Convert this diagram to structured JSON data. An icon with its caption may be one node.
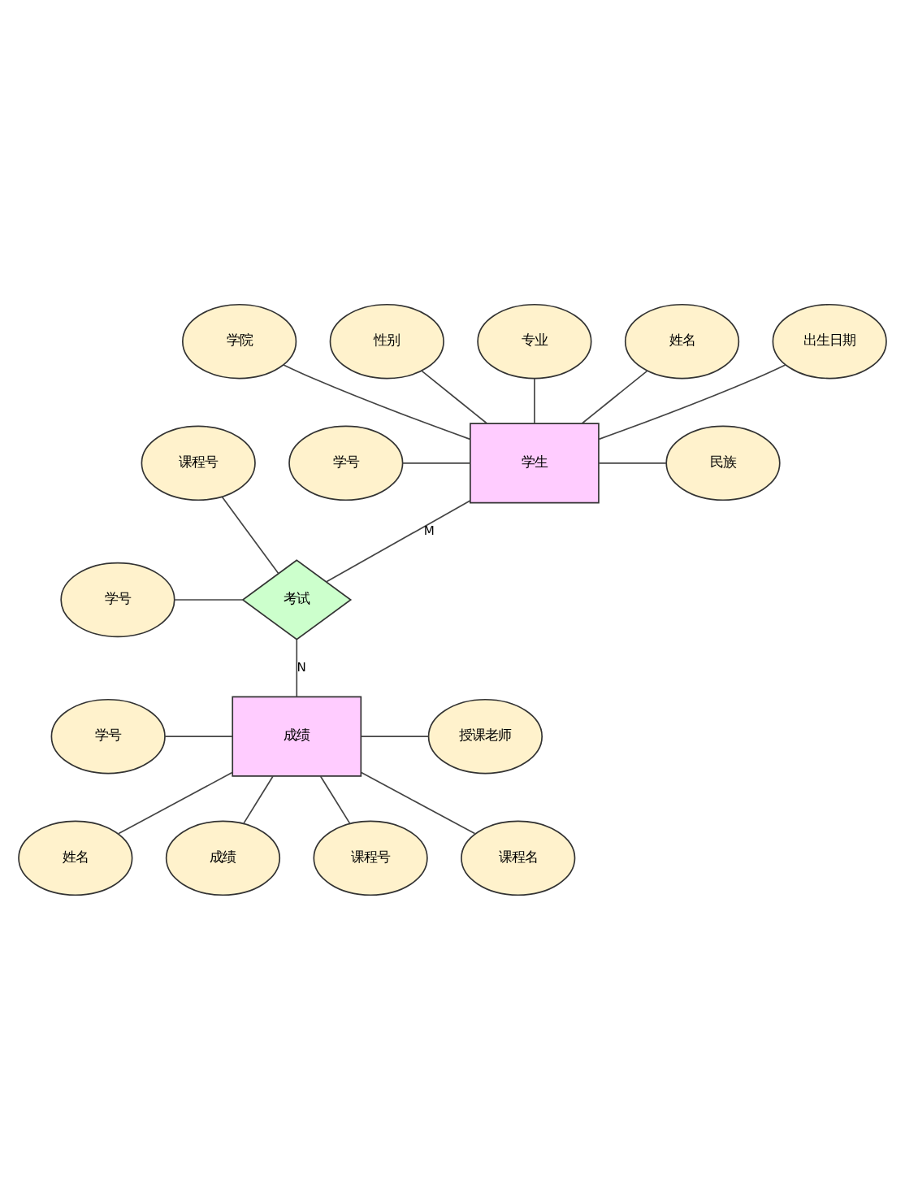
{
  "diagram": {
    "nodes": [
      {
        "text": [
          "学院"
        ]
      },
      {
        "text": [
          "性别"
        ]
      },
      {
        "text": [
          "专业"
        ]
      },
      {
        "text": [
          "姓名"
        ]
      },
      {
        "text": [
          "出生日期"
        ]
      },
      {
        "text": [
          "学生"
        ]
      },
      {
        "text": [
          "学号"
        ]
      },
      {
        "text": [
          "民族"
        ]
      },
      {
        "text": [
          "学号"
        ]
      },
      {
        "text": [
          "考试"
        ]
      },
      {
        "text": [
          "课程号"
        ]
      },
      {
        "text": [
          "学号"
        ]
      },
      {
        "text": [
          "成绩"
        ]
      },
      {
        "text": [
          "授课老师"
        ]
      },
      {
        "text": [
          "姓名"
        ]
      },
      {
        "text": [
          "成绩"
        ]
      },
      {
        "text": [
          "课程号"
        ]
      },
      {
        "text": [
          "课程名"
        ]
      }
    ],
    "edges": [
      {
        "from": 0,
        "to": 5,
        "arrow": "none"
      },
      {
        "from": 1,
        "to": 5,
        "arrow": "none"
      },
      {
        "from": 2,
        "to": 5,
        "arrow": "none"
      },
      {
        "from": 3,
        "to": 5,
        "arrow": "none"
      },
      {
        "from": 4,
        "to": 5,
        "arrow": "none"
      },
      {
        "from": 6,
        "to": 5,
        "arrow": "none"
      },
      {
        "from": 5,
        "to": 7,
        "arrow": "none"
      },
      {
        "from": 5,
        "to": 9,
        "label": "M",
        "arrow": "none"
      },
      {
        "from": 8,
        "to": 9,
        "arrow": "none"
      },
      {
        "from": 10,
        "to": 9,
        "arrow": "none"
      },
      {
        "from": 9,
        "to": 12,
        "label": "N",
        "arrow": "none"
      },
      {
        "from": 11,
        "to": 12,
        "arrow": "none"
      },
      {
        "from": 12,
        "to": 13,
        "arrow": "none"
      },
      {
        "from": 12,
        "to": 14,
        "arrow": "none"
      },
      {
        "from": 12,
        "to": 16,
        "arrow": "none"
      },
      {
        "from": 12,
        "to": 17,
        "arrow": "none"
      },
      {
        "from": 12,
        "to": 15,
        "arrow": "none"
      }
    ]
  }
}
